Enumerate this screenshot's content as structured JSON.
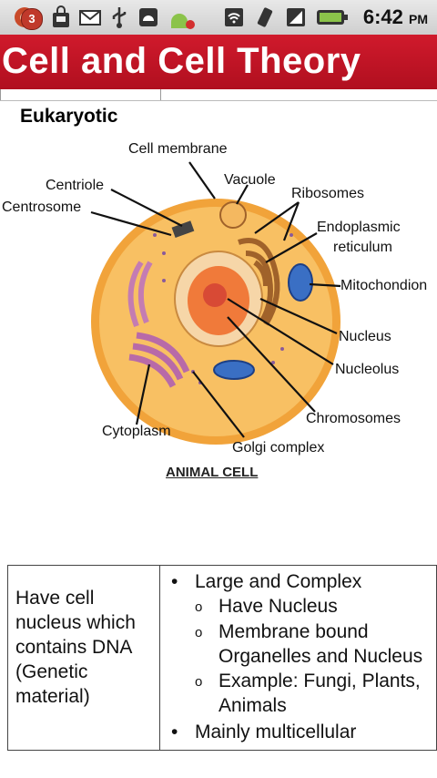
{
  "status_bar": {
    "notification_count": "3",
    "time": "6:42",
    "ampm": "PM",
    "icons": [
      "browser-icon",
      "shopping-bag-icon",
      "email-icon",
      "usb-icon",
      "android-debug-icon",
      "android-market-icon",
      "wifi-icon",
      "vibrate-icon",
      "signal-icon",
      "battery-icon"
    ]
  },
  "title_bar": {
    "title": "Cell and Cell Theory"
  },
  "content": {
    "section_heading": "Eukaryotic",
    "diagram": {
      "caption": "ANIMAL CELL",
      "labels": {
        "cell_membrane": "Cell membrane",
        "centriole": "Centriole",
        "centrosome": "Centrosome",
        "vacuole": "Vacuole",
        "ribosomes": "Ribosomes",
        "er_line1": "Endoplasmic",
        "er_line2": "reticulum",
        "mitochondrion": "Mitochondion",
        "nucleus": "Nucleus",
        "nucleolus": "Nucleolus",
        "chromosomes": "Chromosomes",
        "cytoplasm": "Cytoplasm",
        "golgi": "Golgi complex"
      },
      "colors": {
        "cytoplasm": "#f5a623",
        "nucleus": "#f08a3c",
        "nucleolus": "#e0573a",
        "mitochondria": "#3a6fc4",
        "golgi": "#b86aa8"
      }
    },
    "table": {
      "left_cell": "Have cell nucleus which contains DNA (Genetic material)",
      "bullets": [
        {
          "text": "Large and Complex",
          "sub": [
            "Have Nucleus",
            "Membrane bound Organelles and Nucleus",
            "Example: Fungi, Plants, Animals"
          ]
        },
        {
          "text": "Mainly multicellular",
          "sub": []
        }
      ],
      "bullet_symbol": "•",
      "sub_symbol": "o"
    }
  }
}
